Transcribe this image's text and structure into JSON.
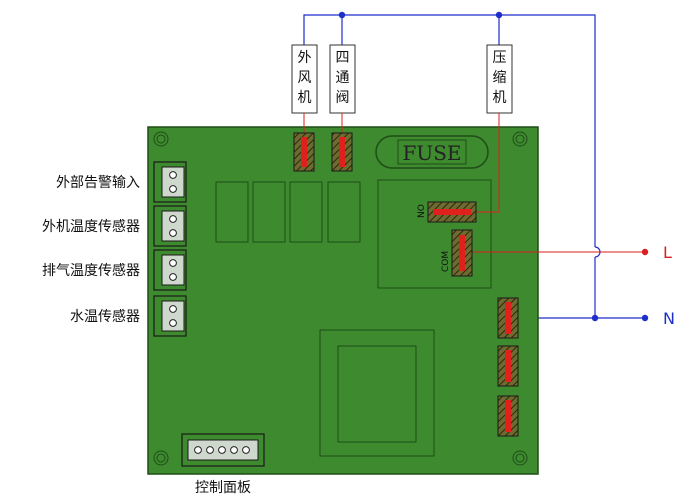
{
  "labels": {
    "outdoor_fan": "外风机",
    "four_way_valve": "四通阀",
    "compressor": "压缩机",
    "external_alarm": "外部告警输入",
    "outdoor_temp_sensor": "外机温度传感器",
    "exhaust_temp_sensor": "排气温度传感器",
    "water_temp_sensor": "水温传感器",
    "control_panel": "控制面板",
    "fuse": "FUSE",
    "relay_no": "NO",
    "relay_com": "COM",
    "live": "L",
    "neutral": "N"
  },
  "colors": {
    "board": "#3e8a2f",
    "board_edge": "#1f4d17",
    "neutral_wire": "#1d2fc9",
    "live_wire": "#d81e1e",
    "connector_red": "#e0201c"
  }
}
